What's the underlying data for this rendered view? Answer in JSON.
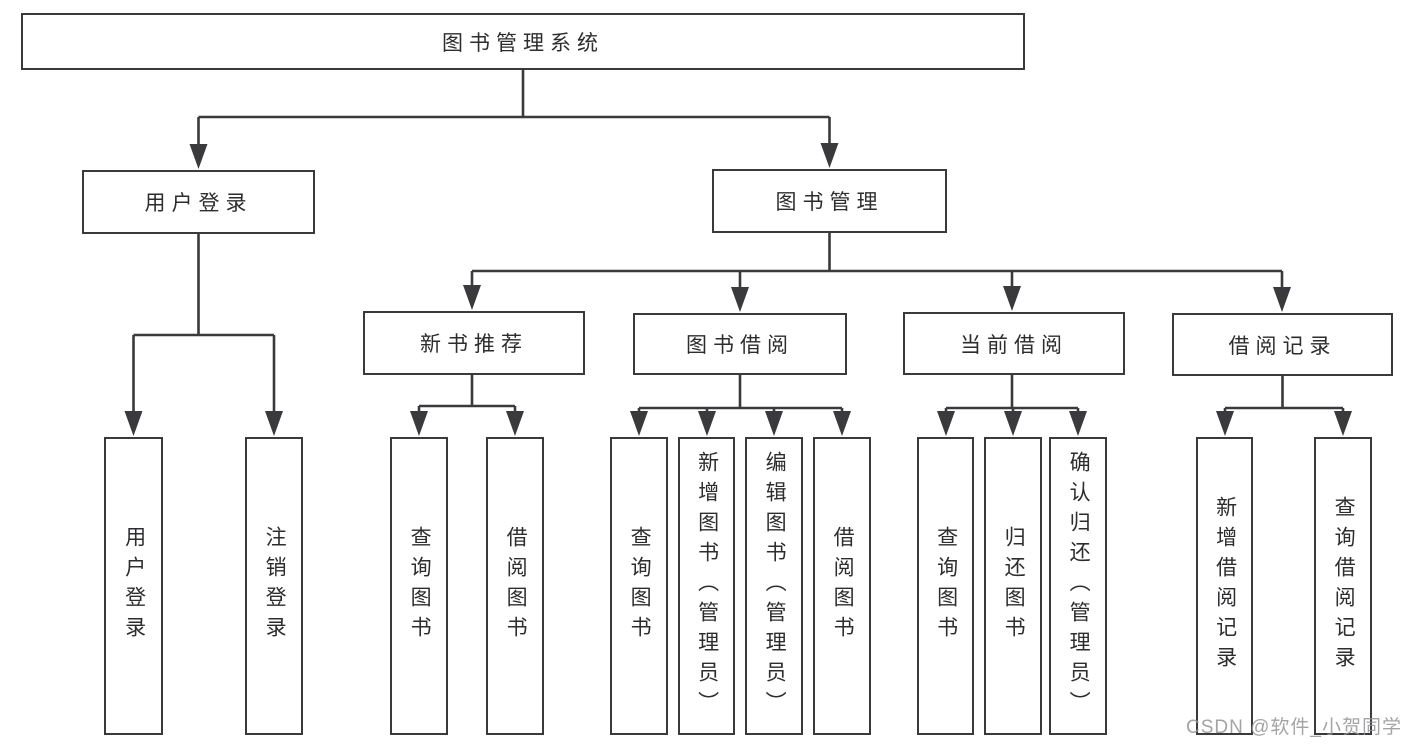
{
  "diagram_title": "图书管理系统",
  "tree": {
    "label": "图书管理系统",
    "children": [
      {
        "label": "用户登录",
        "children": [
          {
            "label": "用户登录"
          },
          {
            "label": "注销登录"
          }
        ]
      },
      {
        "label": "图书管理",
        "children": [
          {
            "label": "新书推荐",
            "children": [
              {
                "label": "查询图书"
              },
              {
                "label": "借阅图书"
              }
            ]
          },
          {
            "label": "图书借阅",
            "children": [
              {
                "label": "查询图书"
              },
              {
                "label": "新增图书（管理员）"
              },
              {
                "label": "编辑图书（管理员）"
              },
              {
                "label": "借阅图书"
              }
            ]
          },
          {
            "label": "当前借阅",
            "children": [
              {
                "label": "查询图书"
              },
              {
                "label": "归还图书"
              },
              {
                "label": "确认归还（管理员）"
              }
            ]
          },
          {
            "label": "借阅记录",
            "children": [
              {
                "label": "新增借阅记录"
              },
              {
                "label": "查询借阅记录"
              }
            ]
          }
        ]
      }
    ]
  },
  "watermark": {
    "text": "CSDN @软件_小贺同学"
  },
  "colors": {
    "background": "#ffffff",
    "line": "#3a3a3c",
    "box_border": "#3a3a3c",
    "text": "#2d2d2f",
    "watermark": "#949496"
  }
}
